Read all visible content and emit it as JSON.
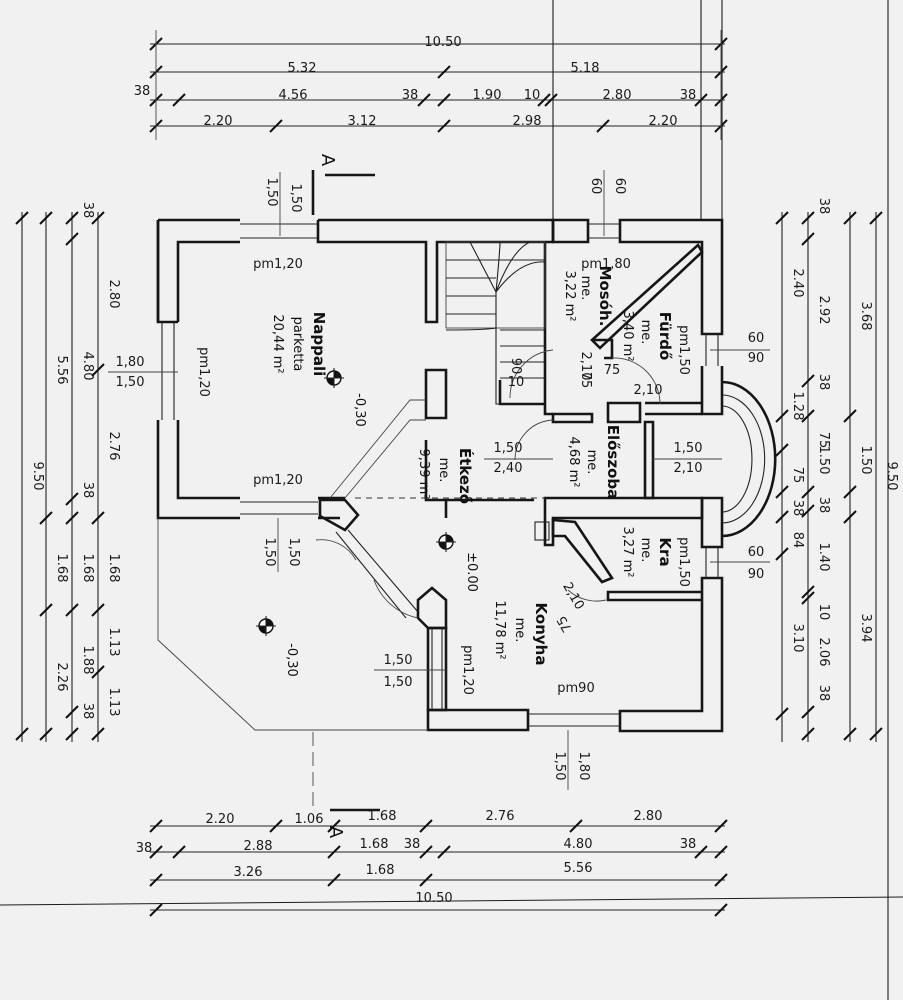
{
  "section_marker": "A",
  "dims_top": {
    "total": "10.50",
    "a": "5.32",
    "b": "5.18",
    "c1": "38",
    "c2": "4.56",
    "c3": "38",
    "c4": "1.90",
    "c5": "10",
    "c6": "2.80",
    "c7": "38",
    "d1": "2.20",
    "d2": "3.12",
    "d3": "2.98",
    "d4": "2.20"
  },
  "dims_bottom": {
    "r1_a": "2.20",
    "r1_b": "1.06",
    "r1_c": "1.68",
    "r1_d": "2.76",
    "r1_e": "2.80",
    "r2_a": "38",
    "r2_b": "2.88",
    "r2_c": "1.68",
    "r2_d": "38",
    "r2_e": "4.80",
    "r2_f": "38",
    "r3_a": "3.26",
    "r3_b": "1.68",
    "r3_c": "5.56",
    "total": "10.50"
  },
  "dims_left": {
    "total": "9.50",
    "a": "5.56",
    "b": "1.68",
    "c": "2.26",
    "d1": "38",
    "d2": "4.80",
    "d3": "38",
    "d4": "1.68",
    "d5": "1.88",
    "d6": "38",
    "e1": "2.80",
    "e2": "2.76",
    "e3": "1.68",
    "e4": "1.13",
    "e5": "1.13"
  },
  "dims_right": {
    "total": "9.50",
    "a": "3.68",
    "b": "1.50",
    "c": "3.94",
    "d1": "38",
    "d2": "2.92",
    "d3": "38",
    "d4": "75",
    "d5": "1.50",
    "d6": "38",
    "d7": "1.40",
    "d8": "10",
    "d9": "2.06",
    "d10": "38",
    "e1": "2.40",
    "e2": "1.28",
    "e3": "75",
    "e4": "38",
    "e5": "84",
    "e6": "3.10"
  },
  "openings": {
    "top_living_1": "1,50",
    "top_living_2": "1,50",
    "top_bath_1": "60",
    "top_bath_2": "60",
    "left_living_1": "1,80",
    "left_living_2": "1,50",
    "right_bath_1": "60",
    "right_bath_2": "90",
    "right_hall_1": "1,50",
    "right_hall_2": "2,10",
    "right_pantry_1": "60",
    "right_pantry_2": "90",
    "dining_hall_1": "1,50",
    "dining_hall_2": "2,40",
    "living_bottom_1": "1,50",
    "living_bottom_2": "1,50",
    "kitchen_left_1": "1,50",
    "kitchen_left_2": "1,50",
    "bottom_kitchen_1": "1,80",
    "bottom_kitchen_2": "1,50",
    "stair_1": "90",
    "stair_2": "2,10",
    "stair_3": "75",
    "stair_4": "10",
    "bath_door_1": "75",
    "bath_door_2": "2,10",
    "kitchen_door_1": "2,10",
    "kitchen_door_2": "75",
    "pm_living_top": "pm1,20",
    "pm_living_left": "pm1,20",
    "pm_living_bottom": "pm1,20",
    "pm_laundry": "pm1,80",
    "pm_bath": "pm1,50",
    "pm_pantry": "pm1,50",
    "pm_kitchen_left": "pm1,20",
    "pm_kitchen_bottom": "pm90"
  },
  "rooms": {
    "living": {
      "name": "Nappali",
      "floor": "parketta",
      "area": "20,44 m²",
      "level": "-0,30"
    },
    "dining": {
      "name": "Étkező",
      "floor": "me.",
      "area": "9,39 m²"
    },
    "laundry": {
      "name": "Mosóh.",
      "floor": "me.",
      "area": "3,22 m²"
    },
    "bath": {
      "name": "Fürdő",
      "floor": "me.",
      "area": "3,40 m²"
    },
    "hall": {
      "name": "Előszoba",
      "floor": "me.",
      "area": "4,68 m²"
    },
    "pantry": {
      "name": "Kra",
      "floor": "me.",
      "area": "3,27 m²"
    },
    "kitchen": {
      "name": "Konyha",
      "floor": "me.",
      "area": "11,78 m²"
    },
    "entry_level": "±0.00",
    "terrace_level": "-0,30"
  }
}
